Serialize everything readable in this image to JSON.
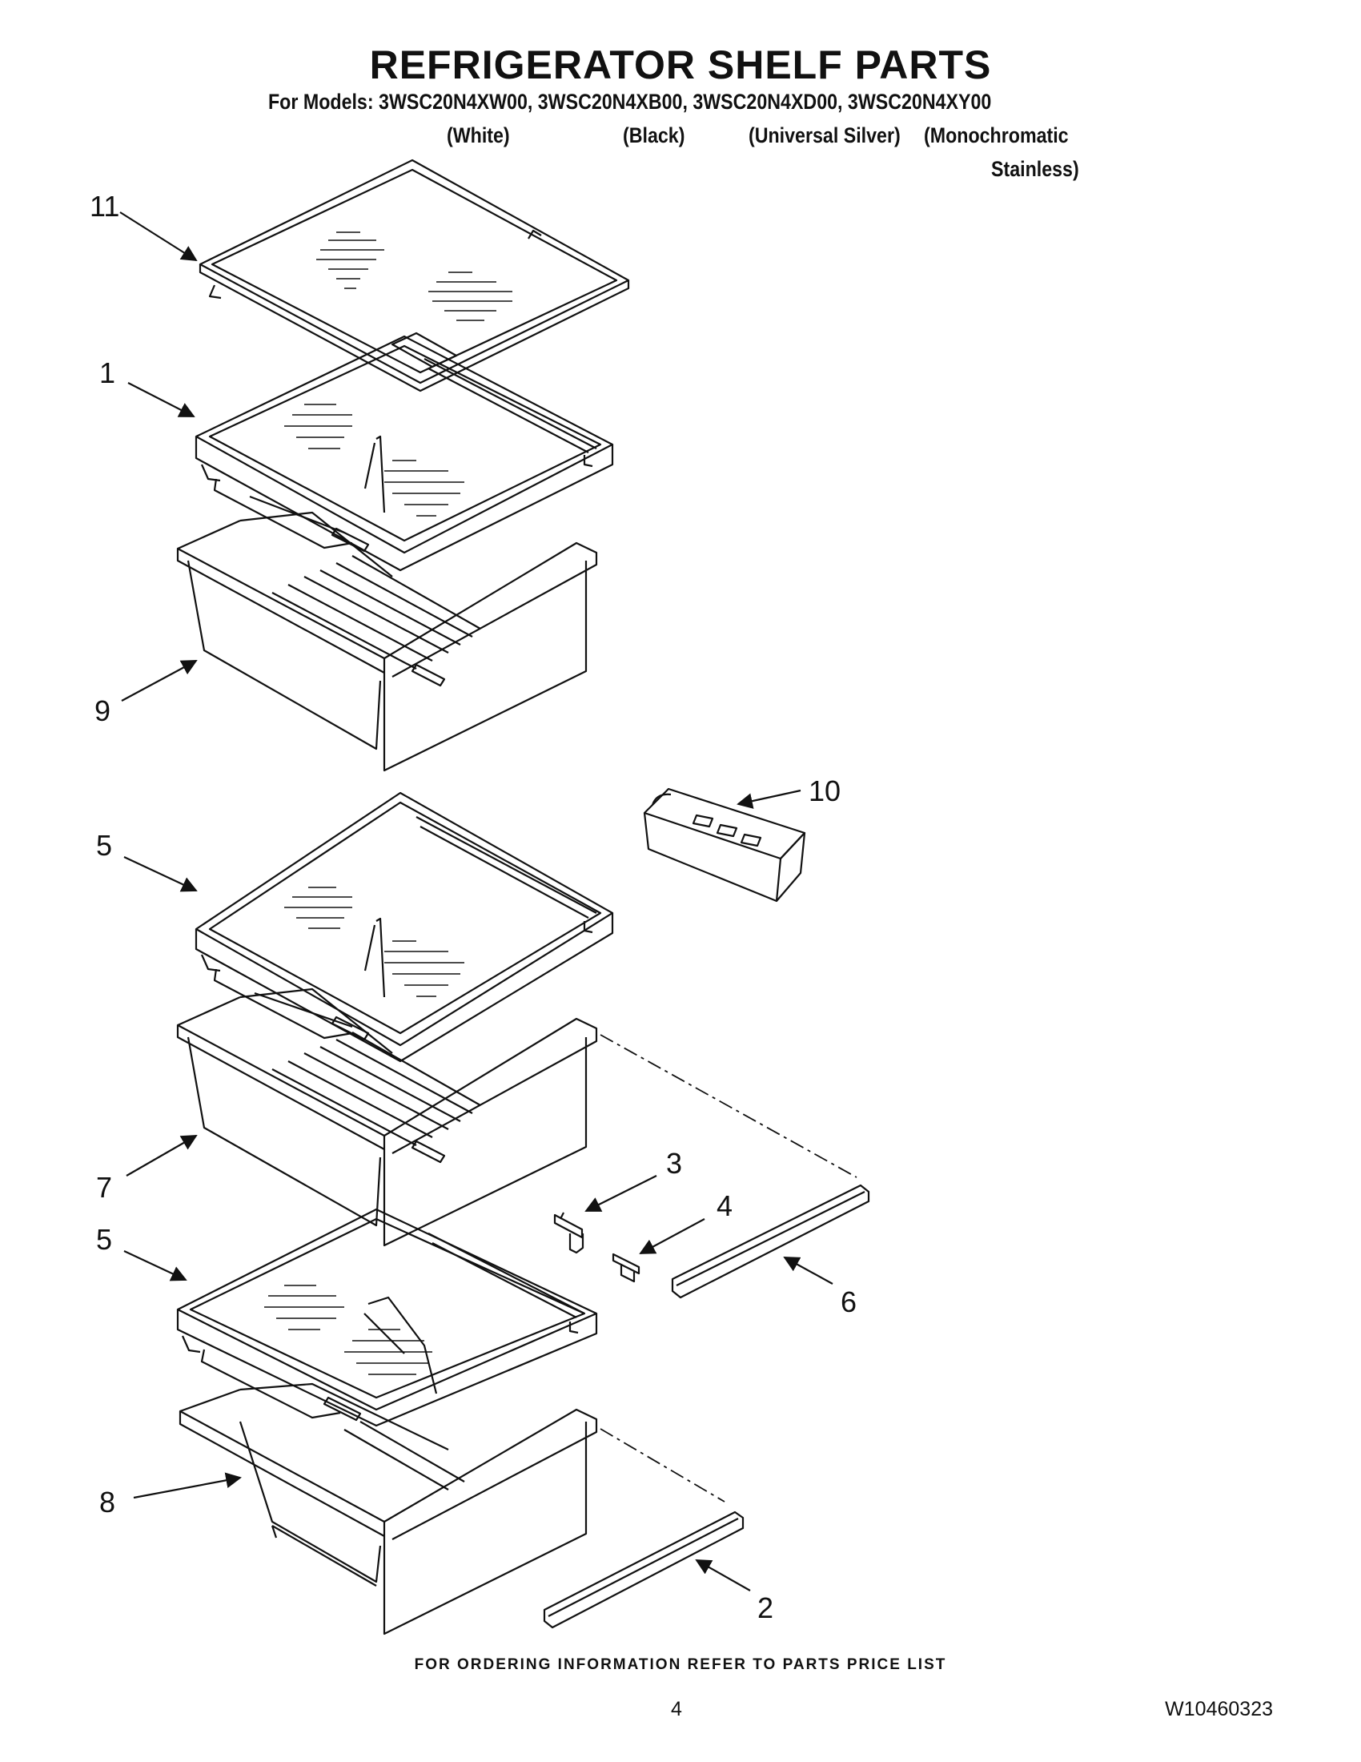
{
  "header": {
    "title": "REFRIGERATOR SHELF PARTS",
    "models_line": "For Models: 3WSC20N4XW00, 3WSC20N4XB00, 3WSC20N4XD00, 3WSC20N4XY00",
    "variants": {
      "white": "(White)",
      "black": "(Black)",
      "silver": "(Universal Silver)",
      "mono": "(Monochromatic",
      "mono_cont": "Stainless)"
    }
  },
  "callouts": {
    "c11": "11",
    "c1": "1",
    "c9": "9",
    "c10": "10",
    "c5a": "5",
    "c7": "7",
    "c3": "3",
    "c4": "4",
    "c6": "6",
    "c5b": "5",
    "c8": "8",
    "c2": "2"
  },
  "footer": {
    "ordering_note": "FOR ORDERING INFORMATION REFER TO PARTS PRICE LIST",
    "page_number": "4",
    "document_number": "W10460323"
  }
}
